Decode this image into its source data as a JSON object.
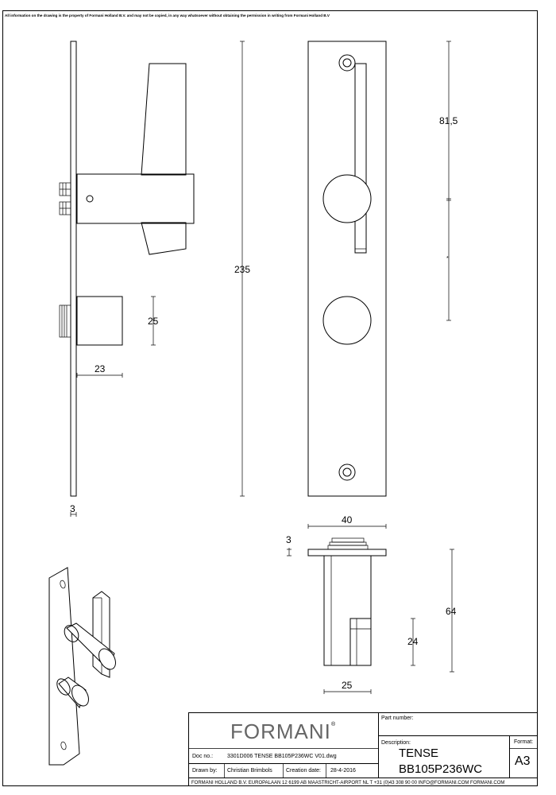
{
  "notice": "All information on the drawing is the property of Formani Holland B.V. and may not be copied, in any way whatsoever without obtaining the permission in writing from Formani Holland B.V",
  "dimensions": {
    "plate_length": "235",
    "plate_thickness": "3",
    "knob_height": "25",
    "knob_depth": "23",
    "spindle_distance": "81,5",
    "center_mark": "*",
    "top_width": "40",
    "top_thickness": "3",
    "bottom_height": "64",
    "bottom_slot": "24",
    "bottom_width": "25"
  },
  "title_block": {
    "brand": "FORMANI",
    "brand_mark": "®",
    "part_number_label": "Part number:",
    "description_label": "Description:",
    "description_line1": "TENSE",
    "description_line2": "BB105P236WC",
    "format_label": "Format:",
    "format_value": "A3",
    "doc_no_label": "Doc no.:",
    "doc_no_value": "3301D006 TENSE BB105P236WC V01.dwg",
    "drawn_by_label": "Drawn by:",
    "drawn_by_value": "Christian Brimbols",
    "creation_date_label": "Creation date:",
    "creation_date_value": "28-4-2016",
    "footer": "FORMANI HOLLAND B.V.  EUROPALAAN 12  6199 AB MAASTRICHT-AIRPORT NL  T +31 (0)43 308 90 00 INFO@FORMANI.COM FORMANI.COM"
  }
}
